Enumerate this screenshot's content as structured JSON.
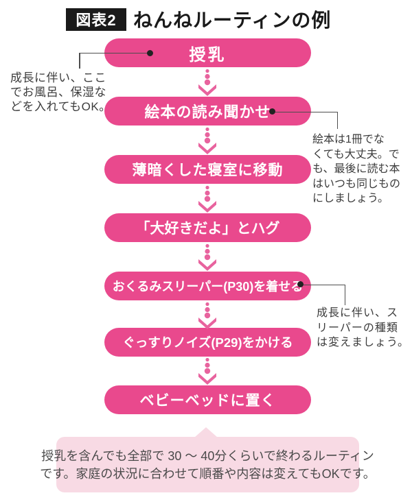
{
  "header": {
    "badge": "図表2",
    "title": "ねんねルーティンの例"
  },
  "flow": {
    "steps": [
      {
        "label": "授乳"
      },
      {
        "label": "絵本の読み聞かせ"
      },
      {
        "label": "薄暗くした寝室に移動"
      },
      {
        "label": "「大好きだよ」とハグ"
      },
      {
        "label": "おくるみスリーパー(P30)を着せる"
      },
      {
        "label": "ぐっすりノイズ(P29)をかける"
      },
      {
        "label": "ベビーベッドに置く"
      }
    ],
    "arrow_icon": "dotted-chevron-down-arrow"
  },
  "annotations": {
    "left": {
      "target_step": "授乳",
      "lines": [
        "成長に伴い、ここ",
        "でお風呂、保湿な",
        "どを入れてもOK。"
      ]
    },
    "book": {
      "target_step": "絵本の読み聞かせ",
      "lines": [
        "絵本は1冊でな",
        "くても大丈夫。で",
        "も、最後に読む本",
        "はいつも同じもの",
        "にしましょう。"
      ]
    },
    "sleeper": {
      "target_step": "おくるみスリーパー(P30)を着せる",
      "lines": [
        "成長に伴い、ス",
        "リーパーの種類",
        "は変えましょう。"
      ]
    }
  },
  "footer": {
    "lines": [
      "授乳を含んでも全部で 30 ～ 40分くらいで終わるルーティン",
      "です。家庭の状況に合わせて順番や内容は変えてもOKです。"
    ]
  },
  "colors": {
    "pill_pink": "#e9498d",
    "arrow_pink": "#e8639e",
    "footer_bg": "#f8dae4",
    "badge_bg": "#1a1a1a",
    "connector_line": "#4d4d4d",
    "annotation_text": "#3c3c3c"
  }
}
